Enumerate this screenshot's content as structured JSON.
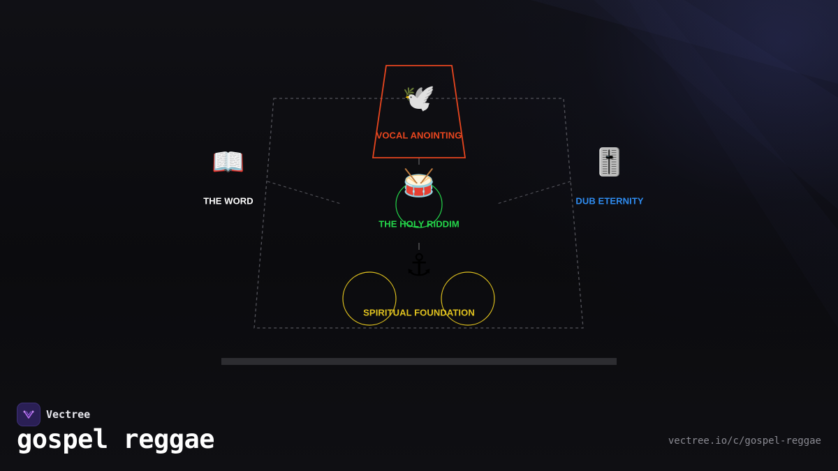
{
  "colors": {
    "vocal": "#e8461f",
    "riddim": "#24d64a",
    "foundation": "#e0c21f",
    "word": "#ffffff",
    "dub": "#2f8cf0",
    "frame": "#55555c",
    "base_bar": "#2d2d31"
  },
  "diagram": {
    "nodes": {
      "vocal": {
        "icon": "🕊️",
        "icon_name": "dove-icon",
        "label": "VOCAL ANOINTING"
      },
      "riddim": {
        "icon": "🥁",
        "icon_name": "drum-icon",
        "label": "THE HOLY RIDDIM"
      },
      "foundation": {
        "icon": "⚓",
        "icon_name": "anchor-icon",
        "label": "SPIRITUAL FOUNDATION"
      },
      "word": {
        "icon": "📖",
        "icon_name": "open-book-icon",
        "label": "THE WORD"
      },
      "dub": {
        "icon": "🎚️",
        "icon_name": "level-slider-icon",
        "label": "DUB ETERNITY"
      }
    }
  },
  "footer": {
    "brand": "Vectree",
    "title": "gospel reggae",
    "url": "vectree.io/c/gospel-reggae"
  }
}
